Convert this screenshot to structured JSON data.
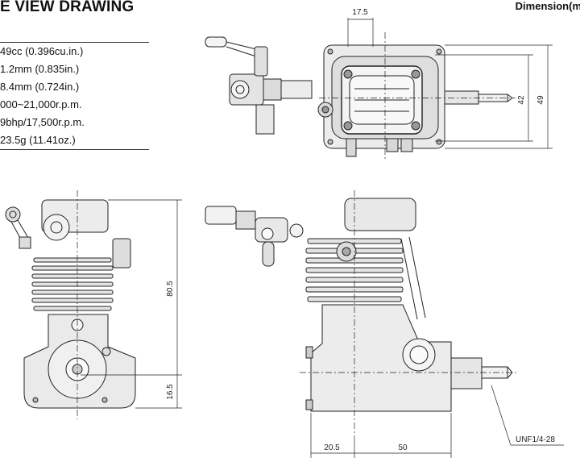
{
  "header": {
    "title": "E VIEW DRAWING",
    "dimension_label": "Dimension(m"
  },
  "specs": [
    "49cc (0.396cu.in.)",
    "1.2mm (0.835in.)",
    "8.4mm (0.724in.)",
    "000~21,000r.p.m.",
    "9bhp/17,500r.p.m.",
    "23.5g (11.41oz.)"
  ],
  "dimensions": {
    "top_width": "17.5",
    "top_height_inner": "42",
    "top_height_outer": "49",
    "side_height_upper": "80.5",
    "side_height_lower": "16.5",
    "bottom_left": "20.5",
    "bottom_right": "50",
    "thread": "UNF1/4-28"
  }
}
